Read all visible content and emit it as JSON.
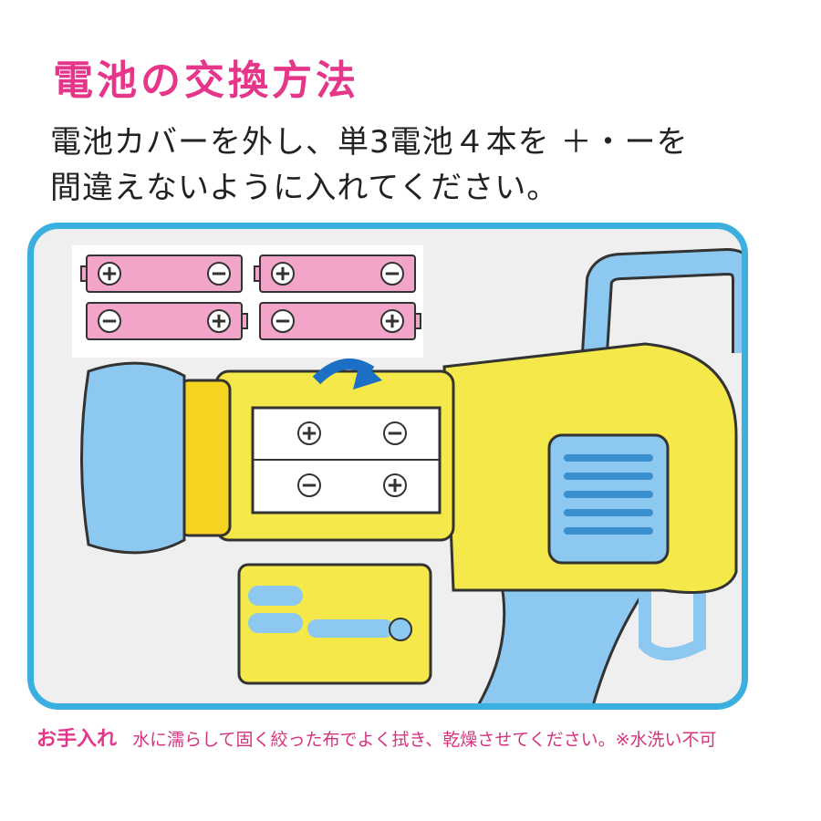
{
  "title": "電池の交換方法",
  "instructions": {
    "line1": "電池カバーを外し、単3電池４本を ＋・ーを",
    "line2": "間違えないように入れてください。"
  },
  "illustration": {
    "batteries": [
      {
        "left": "+",
        "right": "−"
      },
      {
        "left": "+",
        "right": "−"
      },
      {
        "left": "−",
        "right": "+"
      },
      {
        "left": "−",
        "right": "+"
      }
    ],
    "compartment": [
      "+",
      "−",
      "−",
      "+"
    ]
  },
  "care": {
    "label": "お手入れ",
    "text": "水に濡らして固く絞った布でよく拭き、乾燥させてください。※水洗い不可"
  },
  "colors": {
    "accent": "#e5368a",
    "frame": "#3aafe0",
    "body": "#f5e84a",
    "battery": "#f2a5c8",
    "blue": "#8cc8ef"
  }
}
